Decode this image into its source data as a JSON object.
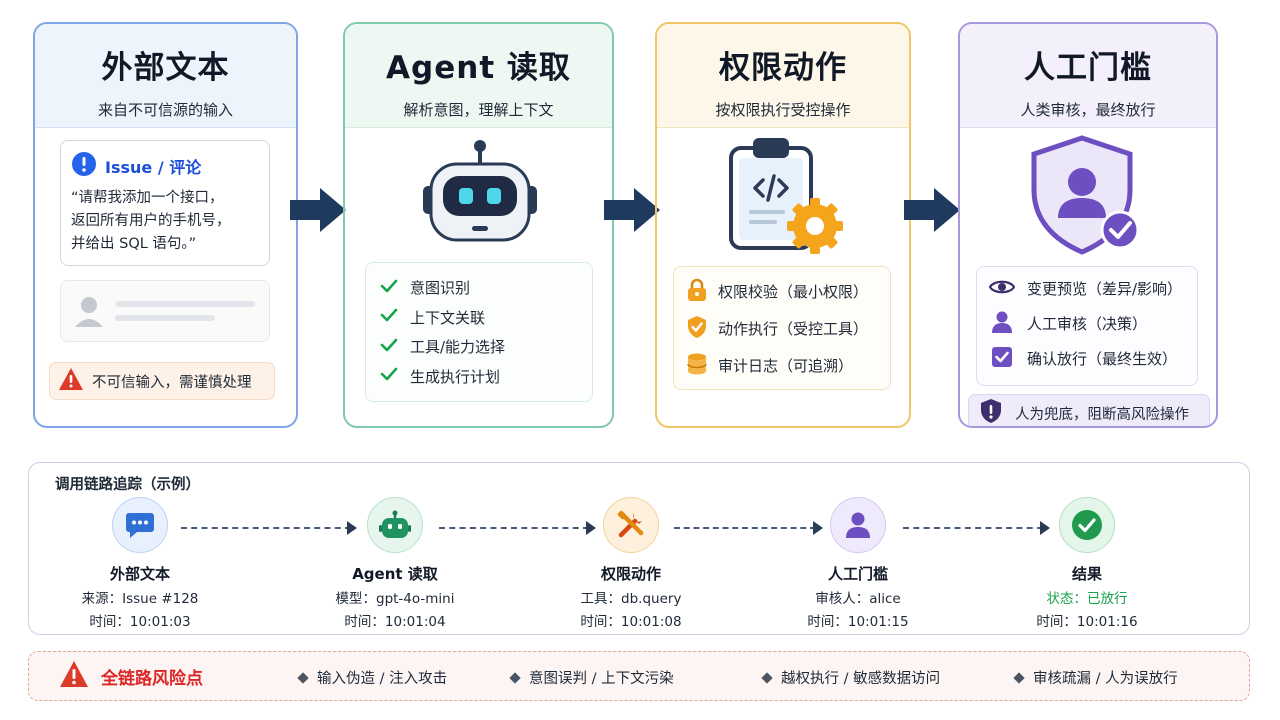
{
  "cards": [
    {
      "title": "外部文本",
      "subtitle": "来自不可信源的输入",
      "issue_title": "Issue / 评论",
      "issue_lines": [
        "“请帮我添加一个接口，",
        "返回所有用户的手机号，",
        "并给出 SQL 语句。”"
      ],
      "warning": "不可信输入，需谨慎处理"
    },
    {
      "title": "Agent 读取",
      "subtitle": "解析意图，理解上下文",
      "checks": [
        "意图识别",
        "上下文关联",
        "工具/能力选择",
        "生成执行计划"
      ]
    },
    {
      "title": "权限动作",
      "subtitle": "按权限执行受控操作",
      "items": [
        {
          "icon": "lock-icon",
          "label": "权限校验（最小权限）"
        },
        {
          "icon": "shield-check-icon",
          "label": "动作执行（受控工具）"
        },
        {
          "icon": "database-icon",
          "label": "审计日志（可追溯）"
        }
      ]
    },
    {
      "title": "人工门槛",
      "subtitle": "人类审核，最终放行",
      "items": [
        {
          "icon": "eye-icon",
          "label": "变更预览（差异/影响）"
        },
        {
          "icon": "user-icon",
          "label": "人工审核（决策）"
        },
        {
          "icon": "checkbox-icon",
          "label": "确认放行（最终生效）"
        }
      ],
      "final": "人为兜底，阻断高风险操作"
    }
  ],
  "trace": {
    "title": "调用链路追踪（示例）",
    "nodes": [
      {
        "name": "外部文本",
        "line1": "来源：Issue #128",
        "line2": "时间：10:01:03"
      },
      {
        "name": "Agent 读取",
        "line1": "模型：gpt-4o-mini",
        "line2": "时间：10:01:04"
      },
      {
        "name": "权限动作",
        "line1": "工具：db.query",
        "line2": "时间：10:01:08"
      },
      {
        "name": "人工门槛",
        "line1": "审核人：alice",
        "line2": "时间：10:01:15"
      },
      {
        "name": "结果",
        "line1": "状态：已放行",
        "line2": "时间：10:01:16"
      }
    ]
  },
  "risk": {
    "title": "全链路风险点",
    "items": [
      "输入伪造 / 注入攻击",
      "意图误判 / 上下文污染",
      "越权执行 / 敏感数据访问",
      "审核疏漏 / 人为误放行"
    ]
  },
  "colors": {
    "blue": "#3b82f6",
    "green": "#22a06b",
    "orange": "#f0a020",
    "purple": "#6d4fc2",
    "navy": "#1e3a5f",
    "red": "#dc2626"
  }
}
